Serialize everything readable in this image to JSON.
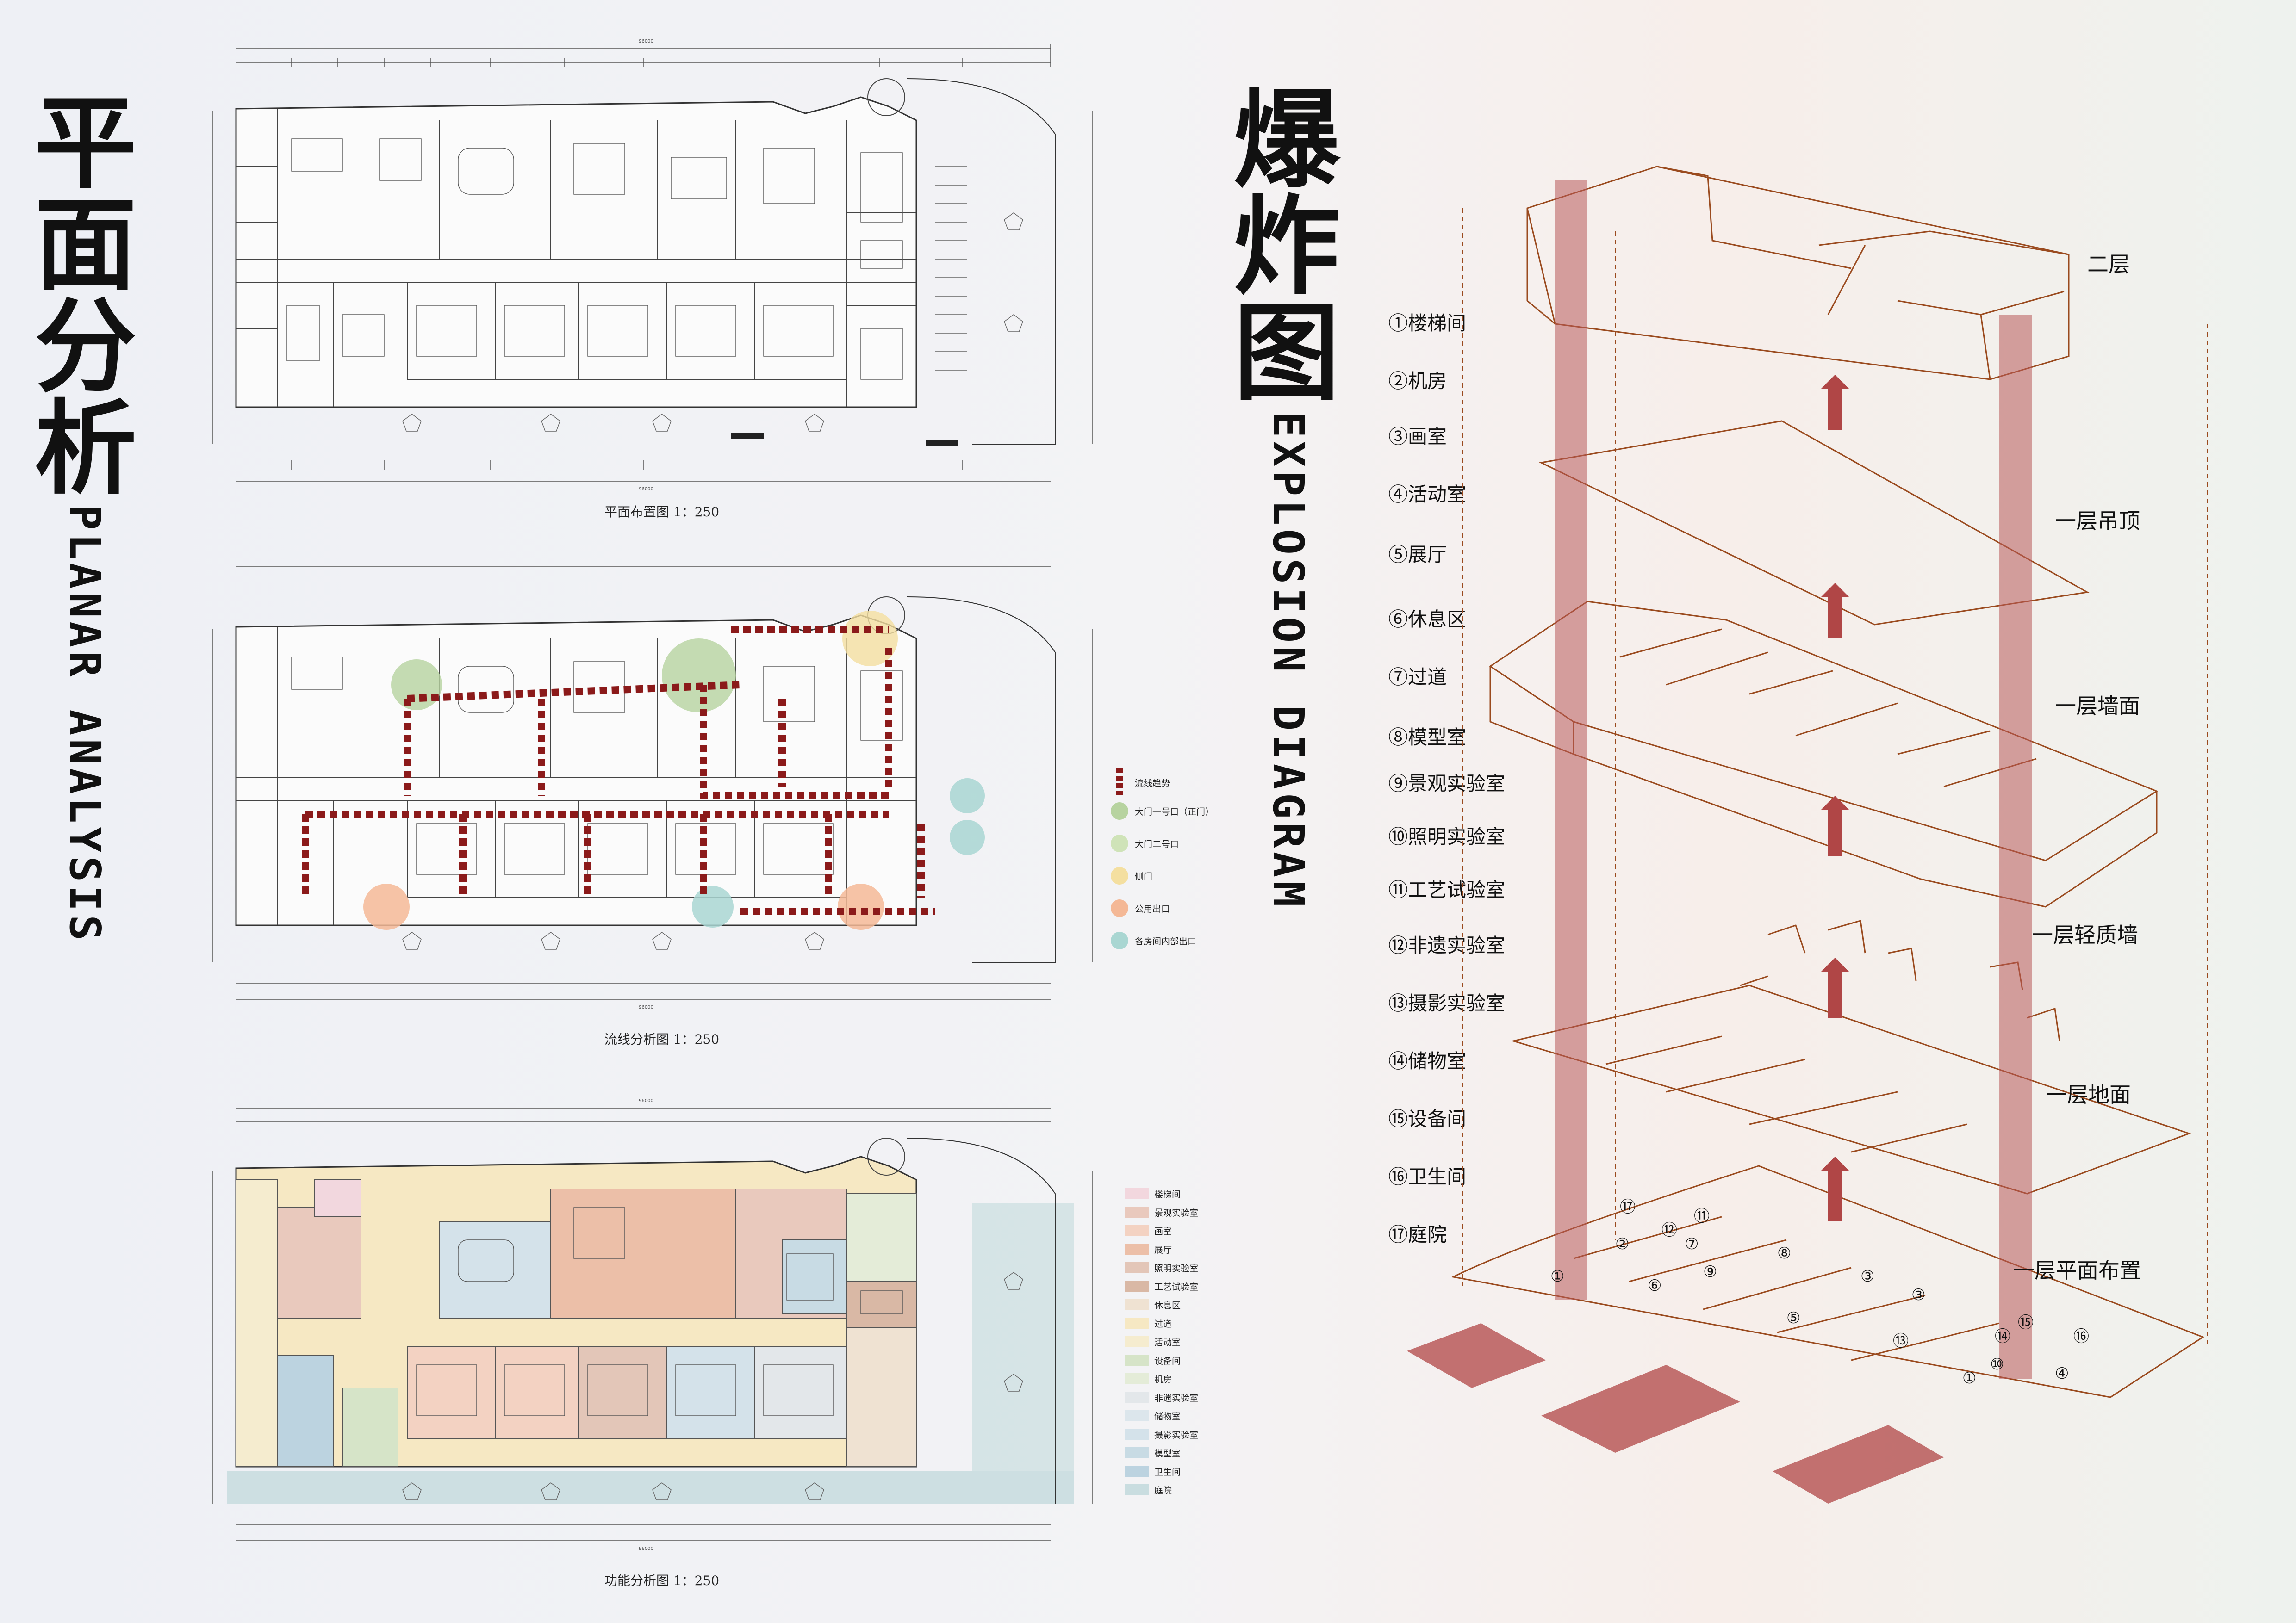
{
  "left_title": {
    "chars": [
      "平",
      "面",
      "分",
      "析"
    ],
    "english": "PLANAR ANALYSIS"
  },
  "right_title": {
    "chars": [
      "爆",
      "炸",
      "图"
    ],
    "english": "EXPLOSION DIAGRAM"
  },
  "plans": {
    "plan1_caption": "平面布置图 1：250",
    "plan2_caption": "流线分析图 1：250",
    "plan3_caption": "功能分析图 1：250"
  },
  "flow_legend": {
    "items": [
      {
        "label": "流线趋势",
        "color": "#8b1a1a",
        "kind": "arrow"
      },
      {
        "label": "大门一号口（正门）",
        "color": "#b7d3a0",
        "kind": "dot"
      },
      {
        "label": "大门二号口",
        "color": "#cfe3b8",
        "kind": "dot"
      },
      {
        "label": "侧门",
        "color": "#f4dfa0",
        "kind": "dot"
      },
      {
        "label": "公用出口",
        "color": "#f4b896",
        "kind": "dot"
      },
      {
        "label": "各房间内部出口",
        "color": "#a9d6d2",
        "kind": "dot"
      }
    ]
  },
  "function_legend": {
    "items": [
      {
        "label": "楼梯间",
        "color": "#f2d7de"
      },
      {
        "label": "景观实验室",
        "color": "#e9c9bd"
      },
      {
        "label": "画室",
        "color": "#f3d2c2"
      },
      {
        "label": "展厅",
        "color": "#ecbfa8"
      },
      {
        "label": "照明实验室",
        "color": "#e3c6b8"
      },
      {
        "label": "工艺试验室",
        "color": "#d9b8a5"
      },
      {
        "label": "休息区",
        "color": "#efe2d2"
      },
      {
        "label": "过道",
        "color": "#f6e8c3"
      },
      {
        "label": "活动室",
        "color": "#f5eccf"
      },
      {
        "label": "设备间",
        "color": "#d6e4c8"
      },
      {
        "label": "机房",
        "color": "#e4ecd8"
      },
      {
        "label": "非遗实验室",
        "color": "#e3e7ea"
      },
      {
        "label": "储物室",
        "color": "#dce6ec"
      },
      {
        "label": "摄影实验室",
        "color": "#d4e2ea"
      },
      {
        "label": "模型室",
        "color": "#c8dbe4"
      },
      {
        "label": "卫生间",
        "color": "#bcd3e0"
      },
      {
        "label": "庭院",
        "color": "#c9dde0"
      }
    ]
  },
  "explosion": {
    "numbered_list": [
      "①楼梯间",
      "②机房",
      "③画室",
      "④活动室",
      "⑤展厅",
      "⑥休息区",
      "⑦过道",
      "⑧模型室",
      "⑨景观实验室",
      "⑩照明实验室",
      "⑪工艺试验室",
      "⑫非遗实验室",
      "⑬摄影实验室",
      "⑭储物室",
      "⑮设备间",
      "⑯卫生间",
      "⑰庭院"
    ],
    "layers": [
      "二层",
      "一层吊顶",
      "一层墙面",
      "一层轻质墙",
      "一层地面",
      "一层平面布置"
    ],
    "floor_markers": [
      "⑰",
      "①",
      "②",
      "⑫",
      "⑪",
      "⑦",
      "⑧",
      "⑨",
      "⑥",
      "⑤",
      "③",
      "③",
      "⑬",
      "⑮",
      "⑭",
      "⑯",
      "⑩",
      "④",
      "①"
    ],
    "colors": {
      "line": "#9a4a1e",
      "band": "#b85a5a",
      "arrow": "#b04646"
    }
  }
}
